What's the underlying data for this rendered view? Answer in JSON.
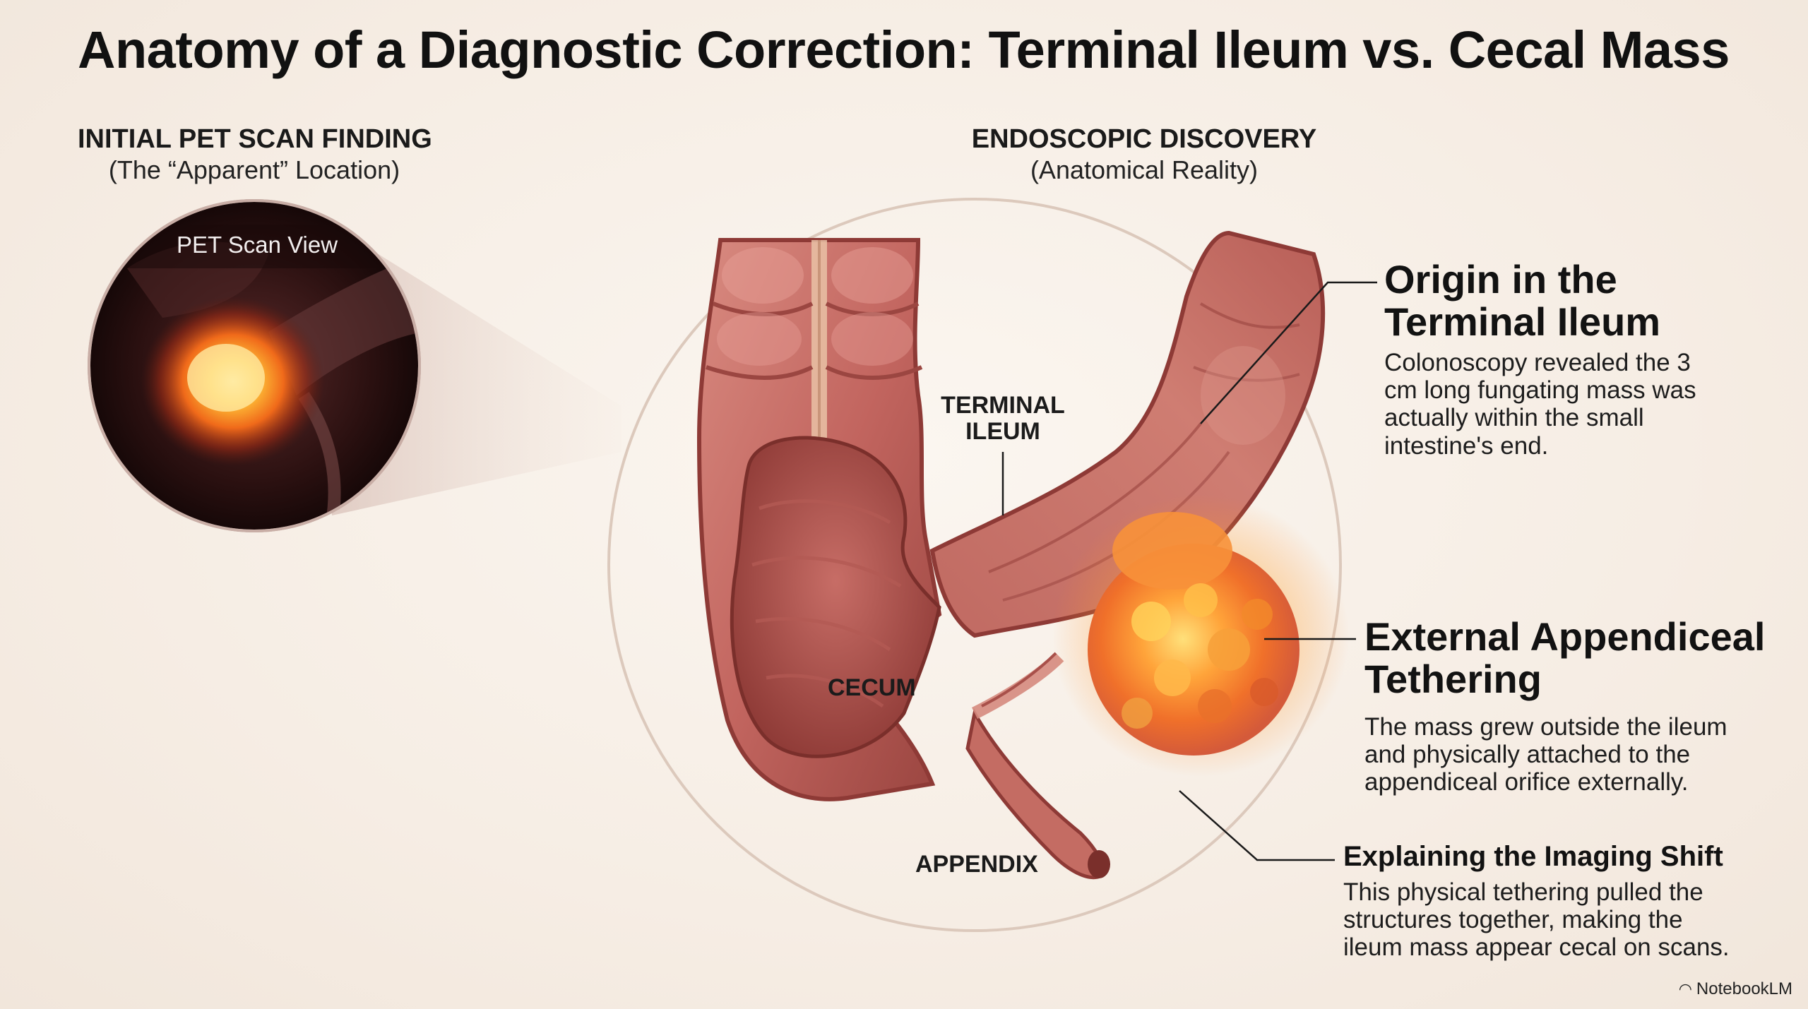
{
  "title": "Anatomy of a Diagnostic Correction: Terminal Ileum vs. Cecal Mass",
  "left_panel": {
    "heading": "INITIAL PET SCAN FINDING",
    "subheading": "(The “Apparent” Location)",
    "inset_caption": "PET Scan View"
  },
  "center_panel": {
    "heading": "ENDOSCOPIC DISCOVERY",
    "subheading": "(Anatomical Reality)"
  },
  "anatomy_labels": {
    "terminal_ileum_line1": "TERMINAL",
    "terminal_ileum_line2": "ILEUM",
    "cecum": "CECUM",
    "appendix": "APPENDIX"
  },
  "callouts": {
    "origin": {
      "title_line1": "Origin in the",
      "title_line2": "Terminal Ileum",
      "body": "Colonoscopy revealed the 3 cm long fungating mass was actually within the small intestine's end."
    },
    "tethering": {
      "title_line1": "External Appendiceal",
      "title_line2": "Tethering",
      "body": "The mass grew outside the ileum and physically attached to the appendiceal orifice externally."
    },
    "imaging_shift": {
      "title": "Explaining the Imaging Shift",
      "body": "This physical tethering pulled the structures together, making the ileum mass appear cecal on scans."
    }
  },
  "watermark": "NotebookLM",
  "colors": {
    "background": "#f8f1ea",
    "tissue": "#c2655f",
    "tissue_dark": "#8e3a36",
    "tumor": "#f28a2a",
    "pet_glow": "#ffb020"
  }
}
